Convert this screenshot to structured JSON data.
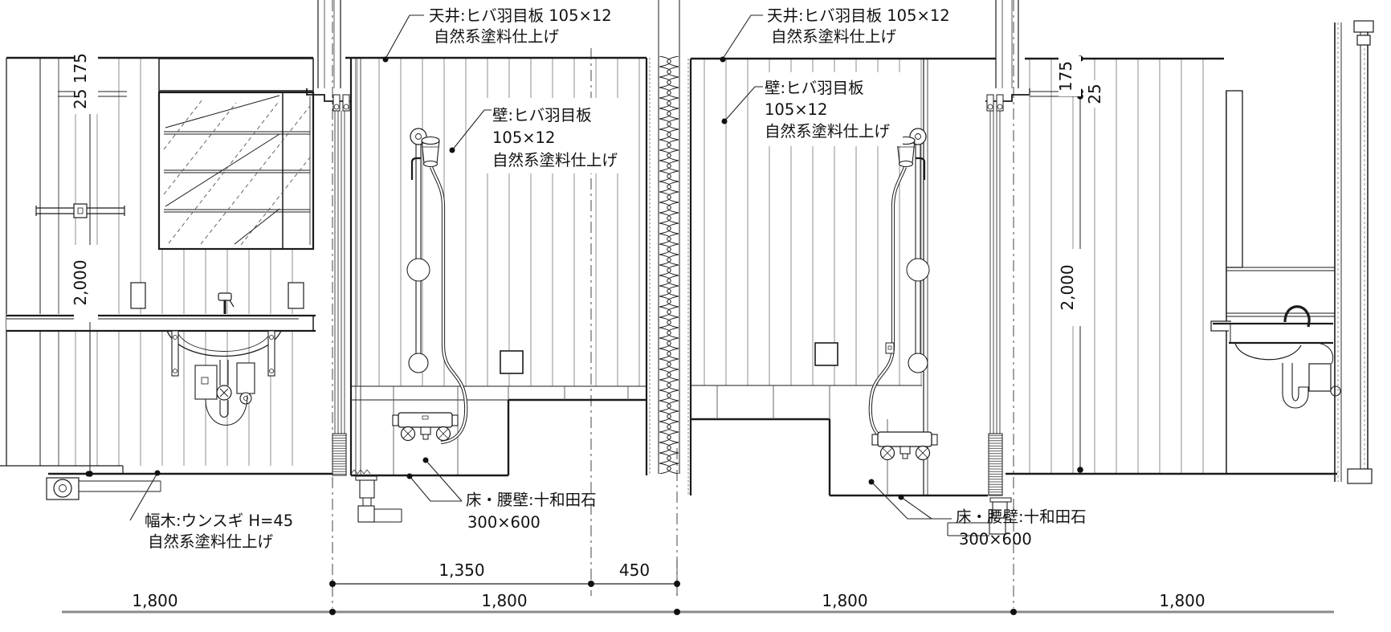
{
  "annotations": {
    "ceiling_left": [
      "天井:ヒバ羽目板 105×12",
      "自然系塗料仕上げ"
    ],
    "wall_left": [
      "壁:ヒバ羽目板",
      "105×12",
      "自然系塗料仕上げ"
    ],
    "floor_left": [
      "床・腰壁:十和田石",
      "300×600"
    ],
    "baseboard": [
      "幅木:ウンスギ H=45",
      "自然系塗料仕上げ"
    ],
    "ceiling_right": [
      "天井:ヒバ羽目板 105×12",
      "自然系塗料仕上げ"
    ],
    "wall_right": [
      "壁:ヒバ羽目板",
      "105×12",
      "自然系塗料仕上げ"
    ],
    "floor_right": [
      "床・腰壁:十和田石",
      "300×600"
    ]
  },
  "dimensions": {
    "upper": [
      "1,350",
      "450"
    ],
    "lower": [
      "1,800",
      "1,800",
      "1,800",
      "1,800"
    ],
    "left_vertical": {
      "combined": "25 175",
      "height": "2,000"
    },
    "right_vertical": {
      "d175": "175",
      "d25": "25",
      "height": "2,000"
    }
  },
  "colors": {
    "line": "#1b1b1b",
    "plank": "#8f8f8f",
    "dim_gray": "#8a8a8a"
  }
}
